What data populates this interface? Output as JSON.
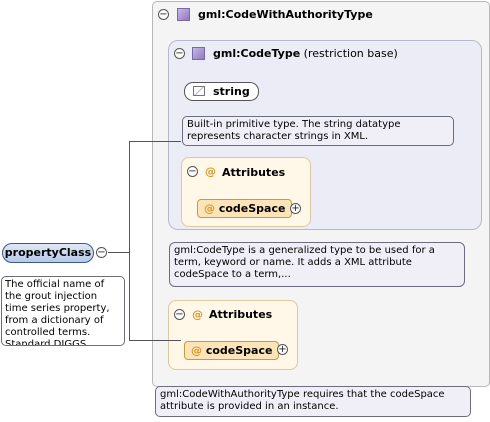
{
  "root": {
    "label": "propertyClass",
    "annotation": "The official name of the grout injection time series property, from a dictionary of controlled terms. Standard DIGGS..."
  },
  "type": {
    "name": "gml:CodeWithAuthorityType",
    "annotation": "gml:CodeWithAuthorityType requires that the codeSpace attribute is provided in an instance.",
    "base": {
      "name": "gml:CodeType",
      "suffix": " (restriction base)",
      "primitive": "string",
      "primitive_note": "Built-in primitive type. The string datatype represents character strings in XML.",
      "attributes_title": "Attributes",
      "attribute": "codeSpace",
      "annotation": "gml:CodeType is a generalized type to be used for a term, keyword or name. It adds a XML attribute codeSpace to a term,..."
    },
    "attributes_title": "Attributes",
    "attribute": "codeSpace"
  }
}
